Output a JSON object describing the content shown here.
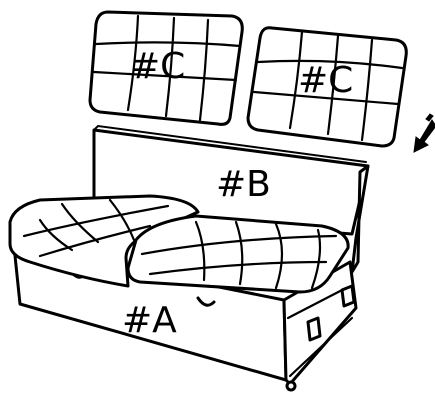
{
  "diagram": {
    "parts": {
      "base": {
        "label": "#A"
      },
      "backrest": {
        "label": "#B"
      },
      "cushion_left": {
        "label": "#C"
      },
      "cushion_right": {
        "label": "#C"
      }
    },
    "arrow_icon": "arrow-down-left-icon",
    "line_color": "#000000",
    "background_color": "#ffffff"
  }
}
